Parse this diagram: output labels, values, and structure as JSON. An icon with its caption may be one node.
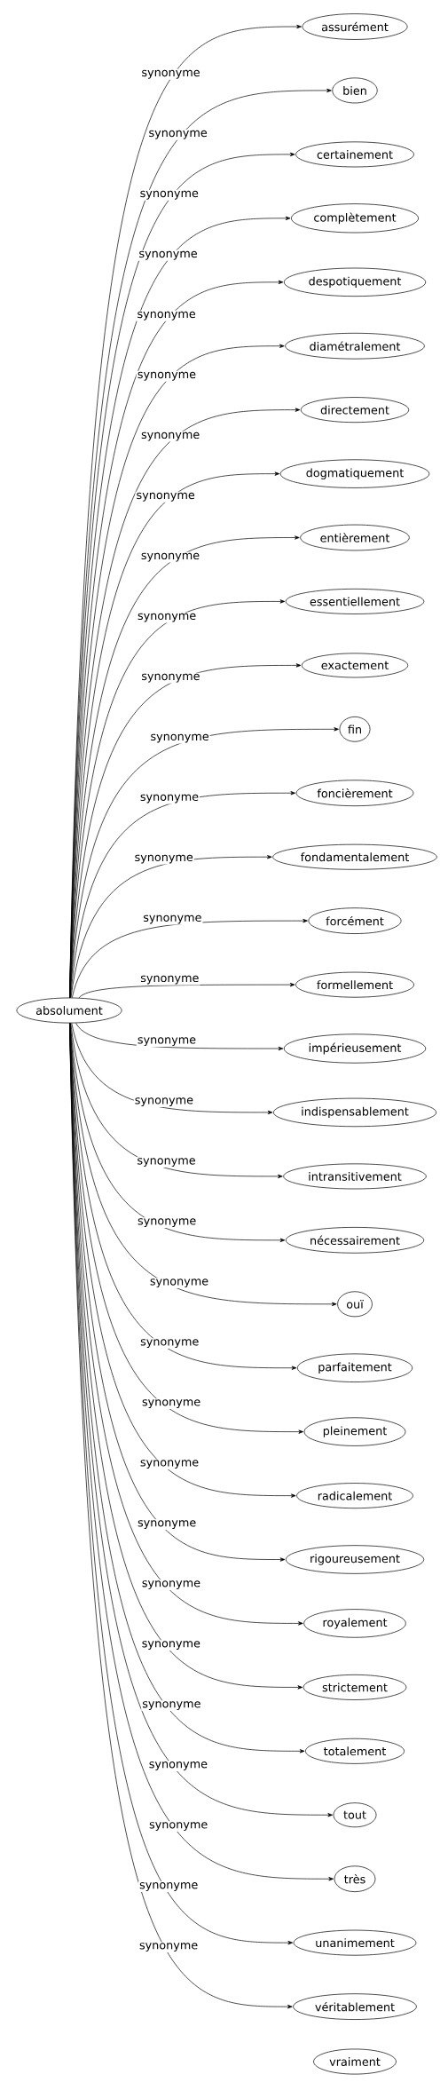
{
  "diagram": {
    "nodes": [
      {
        "text": [
          "absolument"
        ]
      },
      {
        "text": [
          "assurément"
        ]
      },
      {
        "text": [
          "bien"
        ]
      },
      {
        "text": [
          "certainement"
        ]
      },
      {
        "text": [
          "complètement"
        ]
      },
      {
        "text": [
          "despotiquement"
        ]
      },
      {
        "text": [
          "diamétralement"
        ]
      },
      {
        "text": [
          "directement"
        ]
      },
      {
        "text": [
          "dogmatiquement"
        ]
      },
      {
        "text": [
          "entièrement"
        ]
      },
      {
        "text": [
          "essentiellement"
        ]
      },
      {
        "text": [
          "exactement"
        ]
      },
      {
        "text": [
          "fin"
        ]
      },
      {
        "text": [
          "foncièrement"
        ]
      },
      {
        "text": [
          "fondamentalement"
        ]
      },
      {
        "text": [
          "forcément"
        ]
      },
      {
        "text": [
          "formellement"
        ]
      },
      {
        "text": [
          "impérieusement"
        ]
      },
      {
        "text": [
          "indispensablement"
        ]
      },
      {
        "text": [
          "intransitivement"
        ]
      },
      {
        "text": [
          "nécessairement"
        ]
      },
      {
        "text": [
          "ouï"
        ]
      },
      {
        "text": [
          "parfaitement"
        ]
      },
      {
        "text": [
          "pleinement"
        ]
      },
      {
        "text": [
          "radicalement"
        ]
      },
      {
        "text": [
          "rigoureusement"
        ]
      },
      {
        "text": [
          "royalement"
        ]
      },
      {
        "text": [
          "strictement"
        ]
      },
      {
        "text": [
          "totalement"
        ]
      },
      {
        "text": [
          "tout"
        ]
      },
      {
        "text": [
          "très"
        ]
      },
      {
        "text": [
          "unanimement"
        ]
      },
      {
        "text": [
          "véritablement"
        ]
      },
      {
        "text": [
          "vraiment"
        ]
      }
    ],
    "edges": [
      {
        "from": 0,
        "to": 1,
        "arrow": "to",
        "label": "synonyme"
      },
      {
        "from": 0,
        "to": 2,
        "arrow": "to",
        "label": "synonyme"
      },
      {
        "from": 0,
        "to": 3,
        "arrow": "to",
        "label": "synonyme"
      },
      {
        "from": 0,
        "to": 4,
        "arrow": "to",
        "label": "synonyme"
      },
      {
        "from": 0,
        "to": 5,
        "arrow": "to",
        "label": "synonyme"
      },
      {
        "from": 0,
        "to": 6,
        "arrow": "to",
        "label": "synonyme"
      },
      {
        "from": 0,
        "to": 7,
        "arrow": "to",
        "label": "synonyme"
      },
      {
        "from": 0,
        "to": 8,
        "arrow": "to",
        "label": "synonyme"
      },
      {
        "from": 0,
        "to": 9,
        "arrow": "to",
        "label": "synonyme"
      },
      {
        "from": 0,
        "to": 10,
        "arrow": "to",
        "label": "synonyme"
      },
      {
        "from": 0,
        "to": 11,
        "arrow": "to",
        "label": "synonyme"
      },
      {
        "from": 0,
        "to": 12,
        "arrow": "to",
        "label": "synonyme"
      },
      {
        "from": 0,
        "to": 13,
        "arrow": "to",
        "label": "synonyme"
      },
      {
        "from": 0,
        "to": 14,
        "arrow": "to",
        "label": "synonyme"
      },
      {
        "from": 0,
        "to": 15,
        "arrow": "to",
        "label": "synonyme"
      },
      {
        "from": 0,
        "to": 16,
        "arrow": "to",
        "label": "synonyme"
      },
      {
        "from": 0,
        "to": 17,
        "arrow": "to",
        "label": "synonyme"
      },
      {
        "from": 0,
        "to": 18,
        "arrow": "to",
        "label": "synonyme"
      },
      {
        "from": 0,
        "to": 19,
        "arrow": "to",
        "label": "synonyme"
      },
      {
        "from": 0,
        "to": 20,
        "arrow": "to",
        "label": "synonyme"
      },
      {
        "from": 0,
        "to": 21,
        "arrow": "to",
        "label": "synonyme"
      },
      {
        "from": 0,
        "to": 22,
        "arrow": "to",
        "label": "synonyme"
      },
      {
        "from": 0,
        "to": 23,
        "arrow": "to",
        "label": "synonyme"
      },
      {
        "from": 0,
        "to": 24,
        "arrow": "to",
        "label": "synonyme"
      },
      {
        "from": 0,
        "to": 25,
        "arrow": "to",
        "label": "synonyme"
      },
      {
        "from": 0,
        "to": 26,
        "arrow": "to",
        "label": "synonyme"
      },
      {
        "from": 0,
        "to": 27,
        "arrow": "to",
        "label": "synonyme"
      },
      {
        "from": 0,
        "to": 28,
        "arrow": "to",
        "label": "synonyme"
      },
      {
        "from": 0,
        "to": 29,
        "arrow": "to",
        "label": "synonyme"
      },
      {
        "from": 0,
        "to": 30,
        "arrow": "to",
        "label": "synonyme"
      },
      {
        "from": 0,
        "to": 31,
        "arrow": "to",
        "label": "synonyme"
      },
      {
        "from": 0,
        "to": 32,
        "arrow": "to",
        "label": "synonyme"
      }
    ]
  }
}
